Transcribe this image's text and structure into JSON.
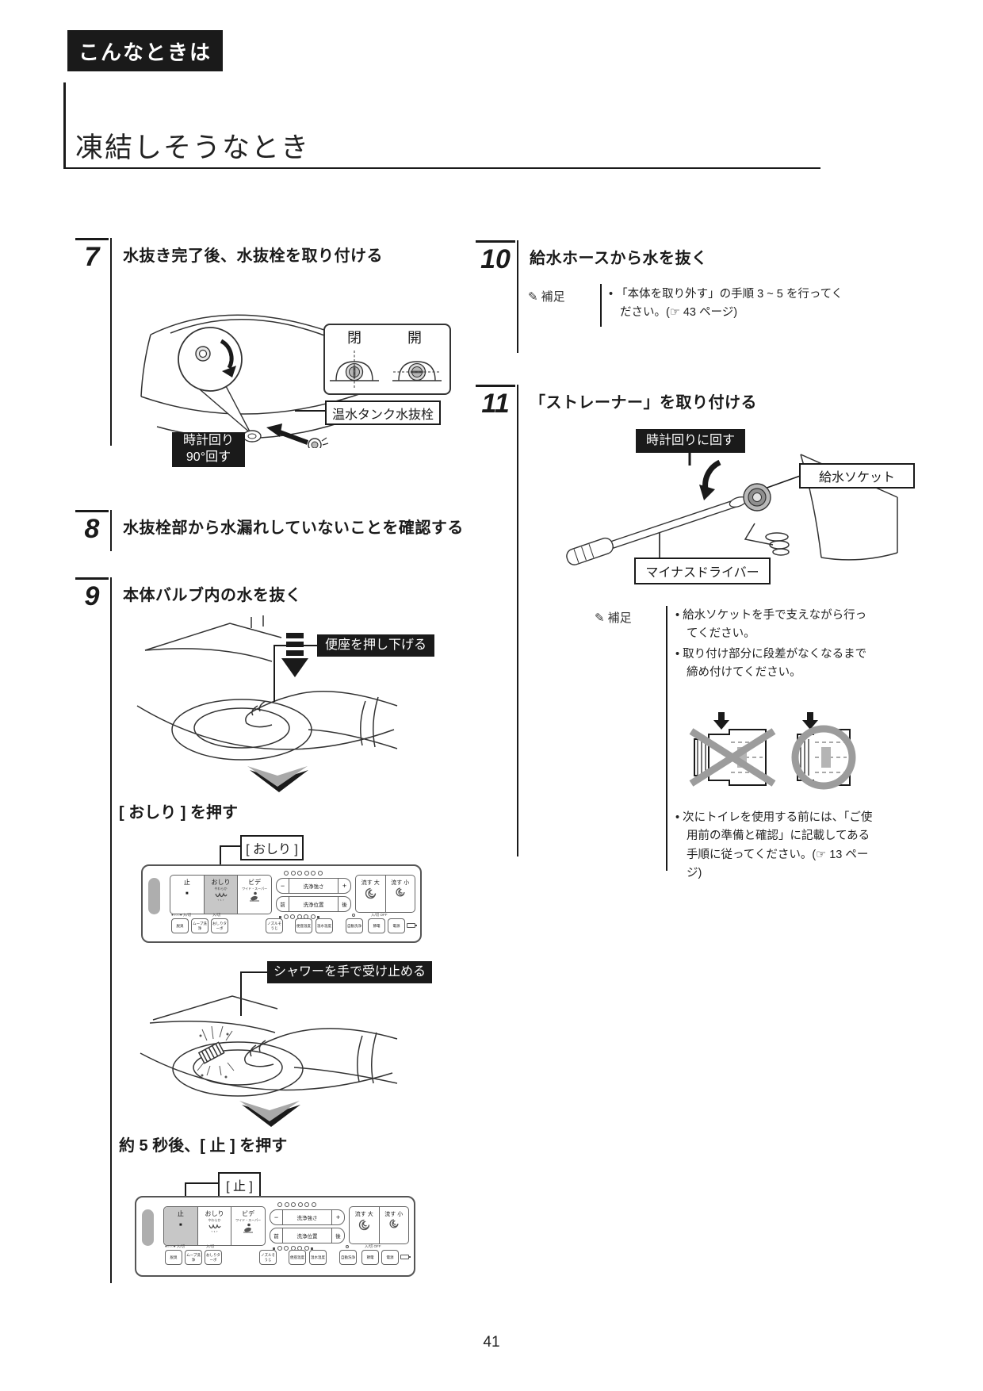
{
  "page": {
    "badge": "こんなときは",
    "title": "凍結しそうなとき",
    "page_number": "41"
  },
  "icons": {
    "pencil": "✎"
  },
  "steps": [
    {
      "num": "7",
      "title": "水抜き完了後、水抜栓を取り付ける"
    },
    {
      "num": "8",
      "title": "水抜栓部から水漏れしていないことを確認する"
    },
    {
      "num": "9",
      "title": "本体バルブ内の水を抜く"
    },
    {
      "num": "10",
      "title": "給水ホースから水を抜く"
    },
    {
      "num": "11",
      "title": "「ストレーナー」を取り付ける"
    }
  ],
  "step7": {
    "valve_closed": "閉",
    "valve_open": "開",
    "callout_plug": "温水タンク水抜栓",
    "callout_rotate_l1": "時計回り",
    "callout_rotate_l2": "90°回す"
  },
  "step9": {
    "callout_press_seat": "便座を押し下げる",
    "instruction_oshiri": "[ おしり ] を押す",
    "callout_oshiri": "[ おしり ]",
    "callout_shower": "シャワーを手で受け止める",
    "instruction_stop": "約 5 秒後、[ 止 ] を押す",
    "callout_stop": "[ 止 ]"
  },
  "step10": {
    "note_label": "補足",
    "note_text": "「本体を取り外す」の手順 3 ~ 5 を行ってください。(☞ 43 ページ)"
  },
  "step11": {
    "callout_rotate": "時計回りに回す",
    "callout_socket": "給水ソケット",
    "callout_driver": "マイナスドライバー",
    "note_label": "補足",
    "bullets": [
      "給水ソケットを手で支えながら行ってください。",
      "取り付け部分に段差がなくなるまで締め付けてください。",
      "次にトイレを使用する前には、「ご使用前の準備と確認」に記載してある手順に従ってください。(☞ 13 ページ)"
    ]
  },
  "remote": {
    "stop": "止",
    "stop_icon": "■",
    "oshiri": "おしり",
    "oshiri_sub": "やわらか",
    "bidet": "ビデ",
    "bidet_sub": "ワイド・スーパー",
    "minus": "−",
    "plus": "+",
    "wash_strength": "洗浄強さ",
    "front": "前",
    "wash_position": "洗浄位置",
    "back": "後",
    "flush_big": "流す 大",
    "flush_small": "流す 小",
    "btn_deodorize": "脱臭",
    "btn_move": "ムーブ洗浄",
    "btn_turbo": "おしりターボ",
    "btn_nozzle": "ノズルそうじ",
    "btn_seat_temp": "便座温度",
    "btn_water_temp": "温水温度",
    "btn_auto_flush": "自動洗浄",
    "btn_eco": "節電",
    "btn_power": "電源",
    "ind_left": "●○○○● 入/切",
    "ind_onoff": "入/切",
    "ind_right": "入/切  OFF"
  }
}
